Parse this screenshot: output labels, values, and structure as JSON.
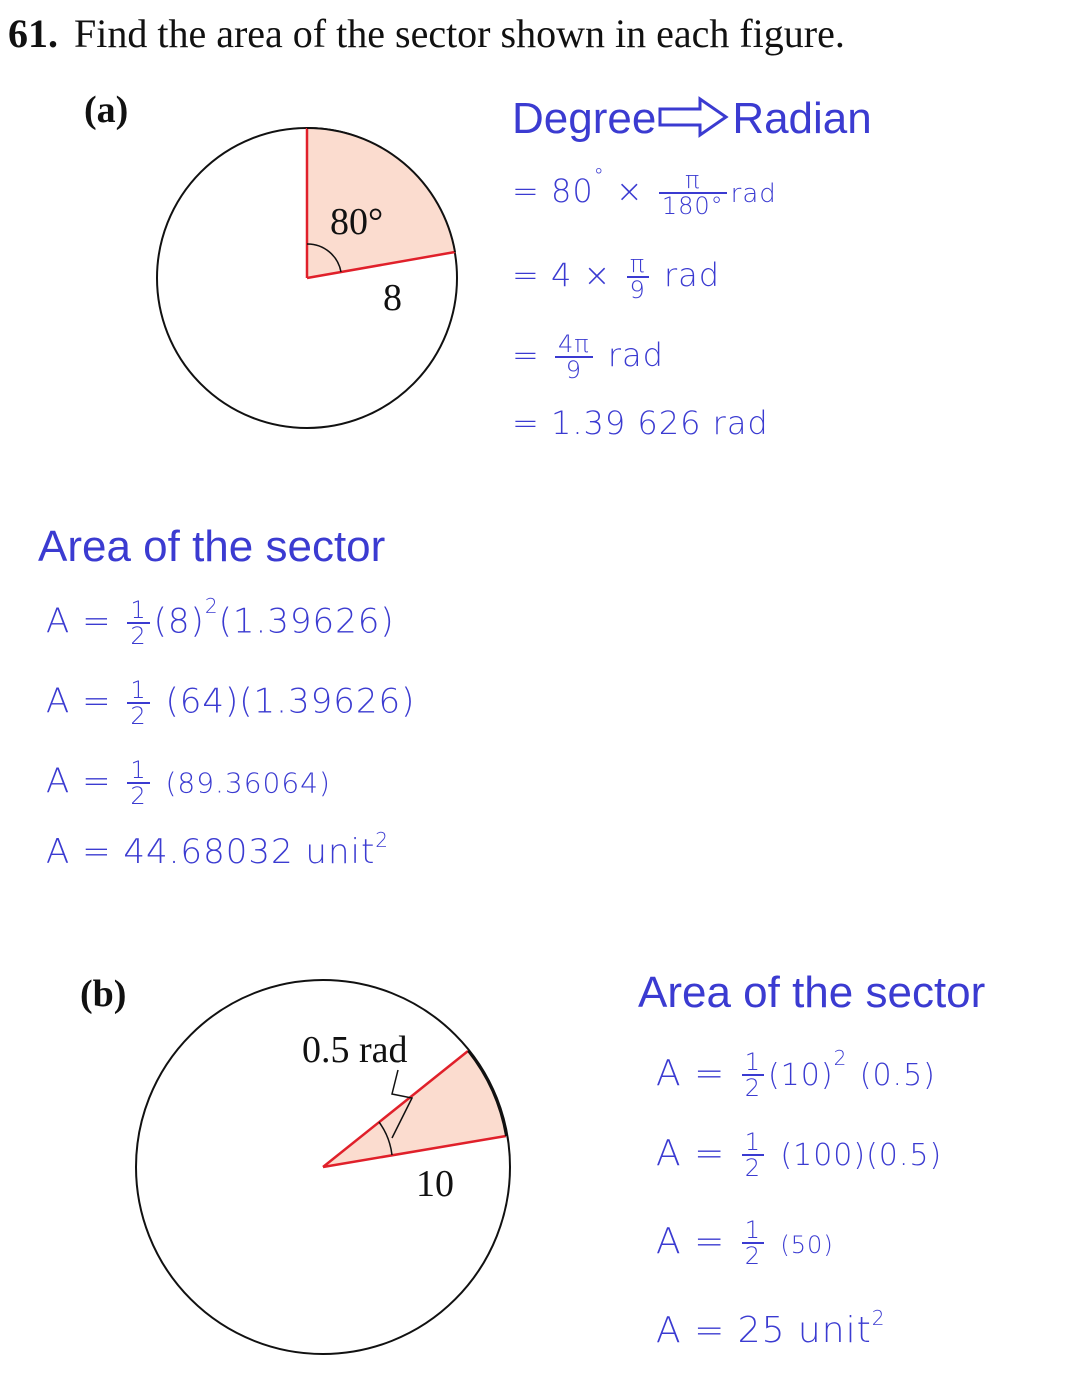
{
  "problem": {
    "number": "61.",
    "text": "Find the area of the sector shown in each figure."
  },
  "colors": {
    "ink_blue": "#3b3bd1",
    "sector_fill": "#fbdccf",
    "radius_red": "#e0202a",
    "outline": "#111111"
  },
  "part_a": {
    "label": "(a)",
    "angle_label": "80°",
    "radius_label": "8",
    "conversion": {
      "heading_left": "Degree",
      "arrow_icon": "right-arrow-outline-icon",
      "heading_right": "Radian",
      "line1_pre": "= 80",
      "line1_deg": "°",
      "line1_times": "×",
      "line1_num": "π",
      "line1_den": "180°",
      "line1_unit": "rad",
      "line2_pre": "= 4 ×",
      "line2_num": "π",
      "line2_den": "9",
      "line2_unit": "rad",
      "line3_pre": "=",
      "line3_num": "4π",
      "line3_den": "9",
      "line3_unit": "rad",
      "line4": "= 1.39 626 rad"
    },
    "area": {
      "heading": "Area of the sector",
      "lines": [
        {
          "pre": "A =",
          "num": "1",
          "den": "2",
          "post": "(8)",
          "sup": "2",
          "post2": "(1.39626)"
        },
        {
          "pre": "A =",
          "num": "1",
          "den": "2",
          "post": "(64)(1.39626)",
          "sup": "",
          "post2": ""
        },
        {
          "pre": "A =",
          "num": "1",
          "den": "2",
          "post": "(89.36064)",
          "sup": "",
          "post2": ""
        }
      ],
      "result_pre": "A = 44.68032 unit",
      "result_sup": "2"
    }
  },
  "part_b": {
    "label": "(b)",
    "angle_label": "0.5 rad",
    "radius_label": "10",
    "area": {
      "heading": "Area of the sector",
      "lines": [
        {
          "pre": "A =",
          "num": "1",
          "den": "2",
          "post": "(10)",
          "sup": "2",
          "post2": "(0.5)"
        },
        {
          "pre": "A =",
          "num": "1",
          "den": "2",
          "post": "(100)(0.5)",
          "sup": "",
          "post2": ""
        },
        {
          "pre": "A =",
          "num": "1",
          "den": "2",
          "post": "(50)",
          "sup": "",
          "post2": ""
        }
      ],
      "result_pre": "A = 25 unit",
      "result_sup": "2"
    }
  }
}
